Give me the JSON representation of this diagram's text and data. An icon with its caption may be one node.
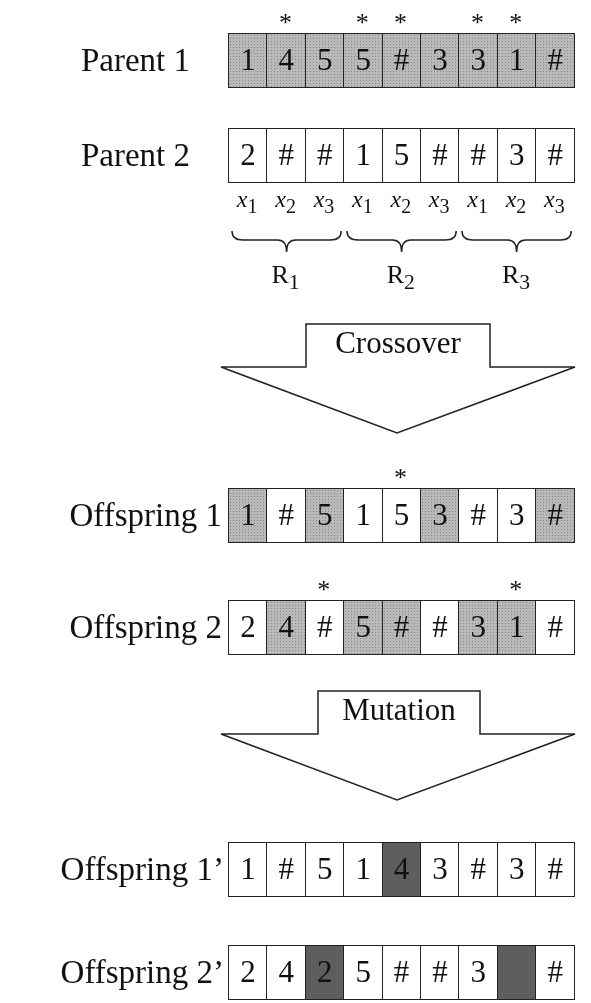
{
  "diagram": {
    "nodes": [
      {
        "text": [
          "Parent 1"
        ]
      },
      {
        "text": [
          "1"
        ],
        "in": 0
      },
      {
        "text": [
          "4"
        ],
        "in": 0,
        "beside": [
          "*"
        ]
      },
      {
        "text": [
          "5"
        ],
        "in": 0
      },
      {
        "text": [
          "5"
        ],
        "in": 0,
        "beside": [
          "*"
        ]
      },
      {
        "text": [
          "#"
        ],
        "in": 0,
        "beside": [
          "*"
        ]
      },
      {
        "text": [
          "3"
        ],
        "in": 0
      },
      {
        "text": [
          "3"
        ],
        "in": 0,
        "beside": [
          "*"
        ]
      },
      {
        "text": [
          "1"
        ],
        "in": 0,
        "beside": [
          "*"
        ]
      },
      {
        "text": [
          "#"
        ],
        "in": 0
      },
      {
        "text": [
          "Parent 2"
        ]
      },
      {
        "text": [
          "2"
        ],
        "in": 10
      },
      {
        "text": [
          "#"
        ],
        "in": 10
      },
      {
        "text": [
          "#"
        ],
        "in": 10
      },
      {
        "text": [
          "1"
        ],
        "in": 10
      },
      {
        "text": [
          "5"
        ],
        "in": 10
      },
      {
        "text": [
          "#"
        ],
        "in": 10
      },
      {
        "text": [
          "#"
        ],
        "in": 10
      },
      {
        "text": [
          "3"
        ],
        "in": 10
      },
      {
        "text": [
          "#"
        ],
        "in": 10
      },
      {
        "text": [
          "Crossover"
        ]
      },
      {
        "text": [
          "Offspring 1"
        ]
      },
      {
        "text": [
          "1"
        ],
        "in": 21
      },
      {
        "text": [
          "#"
        ],
        "in": 21
      },
      {
        "text": [
          "5"
        ],
        "in": 21
      },
      {
        "text": [
          "1"
        ],
        "in": 21
      },
      {
        "text": [
          "5"
        ],
        "in": 21,
        "beside": [
          "*"
        ]
      },
      {
        "text": [
          "3"
        ],
        "in": 21
      },
      {
        "text": [
          "#"
        ],
        "in": 21
      },
      {
        "text": [
          "3"
        ],
        "in": 21
      },
      {
        "text": [
          "#"
        ],
        "in": 21
      },
      {
        "text": [
          "Offspring 2"
        ]
      },
      {
        "text": [
          "2"
        ],
        "in": 31
      },
      {
        "text": [
          "4"
        ],
        "in": 31
      },
      {
        "text": [
          "#"
        ],
        "in": 31,
        "beside": [
          "*"
        ]
      },
      {
        "text": [
          "5"
        ],
        "in": 31
      },
      {
        "text": [
          "#"
        ],
        "in": 31
      },
      {
        "text": [
          "#"
        ],
        "in": 31
      },
      {
        "text": [
          "3"
        ],
        "in": 31
      },
      {
        "text": [
          "1"
        ],
        "in": 31,
        "beside": [
          "*"
        ]
      },
      {
        "text": [
          "#"
        ],
        "in": 31
      },
      {
        "text": [
          "Mutation"
        ]
      },
      {
        "text": [
          "Offspring 1’"
        ]
      },
      {
        "text": [
          "1"
        ],
        "in": 42
      },
      {
        "text": [
          "#"
        ],
        "in": 42
      },
      {
        "text": [
          "5"
        ],
        "in": 42
      },
      {
        "text": [
          "1"
        ],
        "in": 42
      },
      {
        "text": [
          "4"
        ],
        "in": 42
      },
      {
        "text": [
          "3"
        ],
        "in": 42
      },
      {
        "text": [
          "#"
        ],
        "in": 42
      },
      {
        "text": [
          "3"
        ],
        "in": 42
      },
      {
        "text": [
          "#"
        ],
        "in": 42
      },
      {
        "text": [
          "Offspring 2’"
        ]
      },
      {
        "text": [
          "2"
        ],
        "in": 52
      },
      {
        "text": [
          "4"
        ],
        "in": 52
      },
      {
        "text": [
          "2"
        ],
        "in": 52
      },
      {
        "text": [
          "5"
        ],
        "in": 52
      },
      {
        "text": [
          "#"
        ],
        "in": 52
      },
      {
        "text": [
          "#"
        ],
        "in": 52
      },
      {
        "text": [
          "3"
        ],
        "in": 52
      },
      {
        "text": [],
        "in": 52,
        "shape": "box"
      },
      {
        "text": [
          "#"
        ],
        "in": 52
      }
    ],
    "labels": [
      "*x*$_{1}$",
      "*x*$_{2}$",
      "*x*$_{3}$",
      "*x*$_{1}$",
      "*x*$_{2}$",
      "*x*$_{3}$",
      "*x*$_{1}$",
      "*x*$_{2}$",
      "*x*$_{3}$",
      "R$_{1}$",
      "R$_{2}$",
      "R$_{3}$"
    ]
  }
}
